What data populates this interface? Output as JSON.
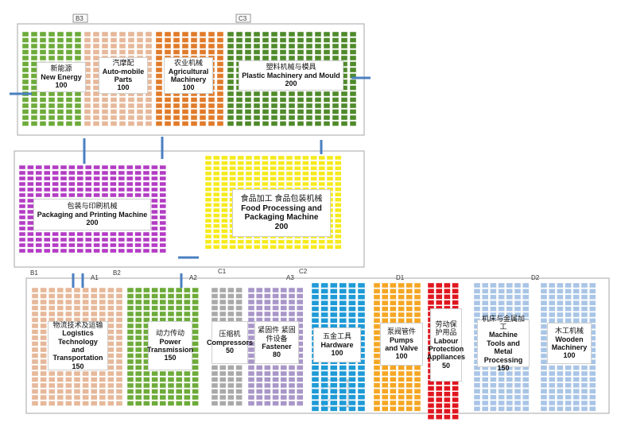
{
  "colors": {
    "green": "#6dab3a",
    "dark_green": "#4f8a2b",
    "orange": "#e07b2a",
    "tan": "#e6b89a",
    "purple": "#b33cc4",
    "yellow": "#f6ea1c",
    "gray": "#a9a9a9",
    "lavender": "#a996c8",
    "blue": "#1e9ad6",
    "gold": "#f5a623",
    "red": "#e0161f",
    "light_blue": "#a9c5e6",
    "arrow": "#4a7fc0"
  },
  "gates": {
    "b3": "B3",
    "c3": "C3",
    "b1": "B1",
    "a1": "A1",
    "b2": "B2",
    "a2": "A2",
    "c1": "C1",
    "a3": "A3",
    "c2": "C2",
    "d1": "D1",
    "d2": "D2"
  },
  "zones": {
    "new_energy": {
      "zh": "新能源",
      "en": "New Energy",
      "count": "100"
    },
    "auto_parts": {
      "zh": "汽摩配",
      "en": "Auto-mobile Parts",
      "count": "100"
    },
    "agri": {
      "zh": "农业机械",
      "en": "Agricultural Machinery",
      "count": "100"
    },
    "plastic": {
      "zh": "塑料机械与模具",
      "en": "Plastic Machinery and Mould",
      "count": "200"
    },
    "packaging": {
      "zh": "包装与印刷机械",
      "en": "Packaging and Printing Machine",
      "count": "200"
    },
    "food": {
      "zh": "食品加工 食品包装机械",
      "en": "Food Processing and Packaging Machine",
      "count": "200"
    },
    "logistics": {
      "zh": "物流技术及运输",
      "en": "Logistics Technology and Transportation",
      "count": "150"
    },
    "power": {
      "zh": "动力传动",
      "en": "Power Transmission",
      "count": "150"
    },
    "compressors": {
      "zh": "压缩机",
      "en": "Compressors",
      "count": "50"
    },
    "fastener": {
      "zh": "紧固件 紧固件设备",
      "en": "Fastener",
      "count": "80"
    },
    "hardware": {
      "zh": "五金工具",
      "en": "Hardware",
      "count": "100"
    },
    "pumps": {
      "zh": "泵阀管件",
      "en": "Pumps and Valve",
      "count": "100"
    },
    "labour": {
      "zh": "劳动保护用品",
      "en": "Labour Protection Appliances",
      "count": "50"
    },
    "machine_tools": {
      "zh": "机床与金属加工",
      "en": "Machine Tools and Metal Processing",
      "count": "150"
    },
    "wooden": {
      "zh": "木工机械",
      "en": "Wooden Machinery",
      "count": "100"
    }
  }
}
